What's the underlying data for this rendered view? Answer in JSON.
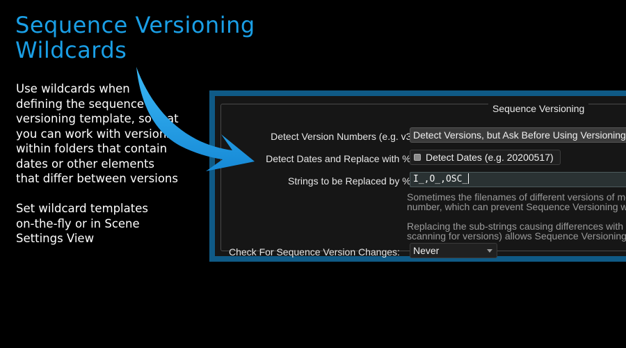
{
  "slide": {
    "title_lines": [
      "Sequence Versioning",
      "Wildcards"
    ],
    "paragraph1_lines": [
      "Use wildcards when",
      "defining the sequence",
      "versioning template, so that",
      "you can work with versions",
      "within folders that contain",
      "dates or other elements",
      "that differ between versions"
    ],
    "paragraph2_lines": [
      "Set wildcard templates",
      "on-the-fly or in Scene",
      "Settings View"
    ],
    "accent_color": "#1a9fe6"
  },
  "panel": {
    "group_title": "Sequence Versioning",
    "detect_version": {
      "label": "Detect Version Numbers (e.g. v3):",
      "value": "Detect Versions, but Ask Before Using Versioning"
    },
    "detect_dates": {
      "label": "Detect Dates and Replace with %*:",
      "checkbox_label": "Detect Dates (e.g. 20200517)"
    },
    "strings_replace": {
      "label": "Strings to be Replaced by %*:",
      "value": "I_,O_,OSC_"
    },
    "help_text_1": [
      "Sometimes the filenames of different versions of me",
      "number, which can prevent Sequence Versioning w"
    ],
    "help_text_2": [
      "Replacing the sub-strings causing differences with t",
      "scanning for versions) allows Sequence Versioning"
    ],
    "check_changes": {
      "label": "Check For Sequence Version Changes:",
      "value": "Never"
    },
    "border_color": "#0f5a86"
  }
}
